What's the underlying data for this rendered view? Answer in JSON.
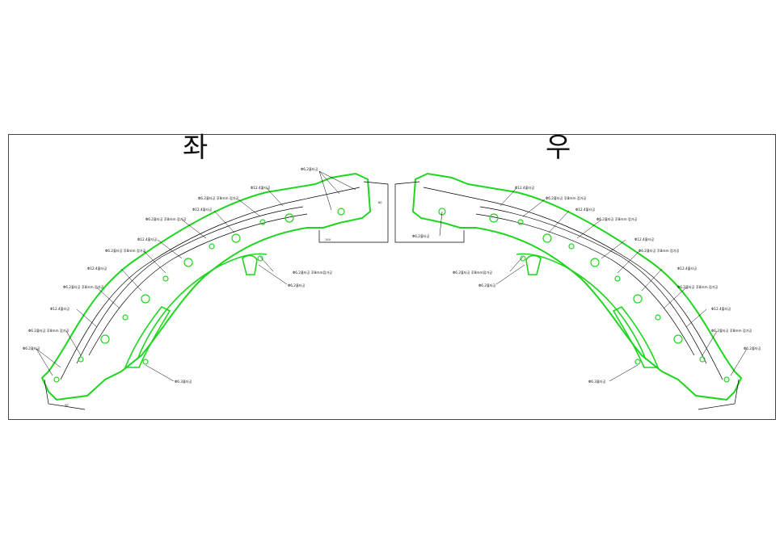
{
  "titles": {
    "left": "좌",
    "right": "우"
  },
  "colors": {
    "profile": "#1fd51f",
    "line": "#000000",
    "hole": "#1fd51f"
  },
  "left_labels": [
    "Φ6.2홀타공",
    "Φ12.4홀타공",
    "Φ6.2홀타공 후8mm 접가공",
    "Φ12.4홀타공",
    "Φ6.2홀타공 후8mm 접가공",
    "Φ12.4홀타공",
    "Φ6.2홀타공 후8mm 접가공",
    "Φ12.4홀타공",
    "Φ6.2홀타공 후8mm 접가공",
    "Φ12.4홀타공",
    "Φ6.2홀타공 후8mm 접가공",
    "Φ6.2홀타공",
    "Φ6.2홀타공 후8mm접가공",
    "Φ6.2홀타공",
    "Φ6.3홀타공"
  ],
  "right_labels": [
    "Φ12.4홀타공",
    "Φ6.2홀타공 후8mm 접가공",
    "Φ6.2홀타공",
    "Φ12.4홀타공",
    "Φ6.2홀타공 후8mm 접가공",
    "Φ12.4홀타공",
    "Φ6.2홀타공 후8mm 접가공",
    "Φ12.4홀타공",
    "Φ6.2홀타공 후8mm 접가공",
    "Φ12.4홀타공",
    "Φ6.2홀타공 후8mm 접가공",
    "Φ6.2홀타공",
    "Φ6.2홀타공 후8mm접가공",
    "Φ6.2홀타공",
    "Φ6.3홀타공"
  ]
}
